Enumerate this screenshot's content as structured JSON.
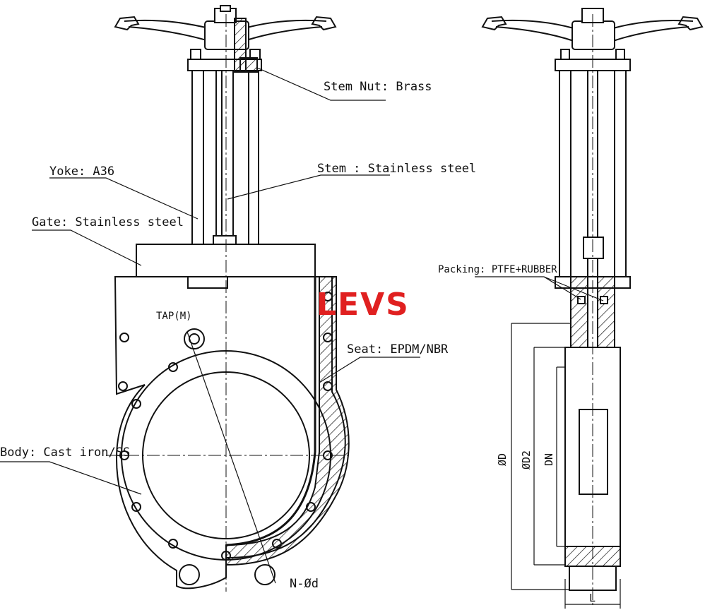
{
  "labels": {
    "stem_nut": "Stem Nut: Brass",
    "stem": "Stem : Stainless steel",
    "yoke": "Yoke: A36",
    "gate": "Gate: Stainless steel",
    "tap": "TAP(M)",
    "seat": "Seat: EPDM/NBR",
    "body": "Body: Cast iron/SS",
    "holes": "N-Ød",
    "packing": "Packing: PTFE+RUBBER"
  },
  "dimensions": {
    "outer_diameter": "ØD",
    "bolt_circle": "ØD2",
    "nominal": "DN",
    "length": "L"
  },
  "logo_text": "LEVS",
  "colors": {
    "line": "#111111",
    "logo": "#e02020",
    "background": "#ffffff"
  }
}
